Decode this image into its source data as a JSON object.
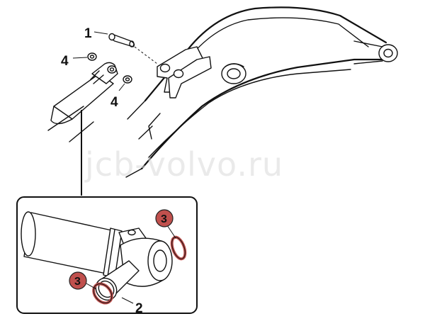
{
  "callouts": {
    "pin": "1",
    "washer_top": "4",
    "washer_bottom": "4",
    "sleeve": "2"
  },
  "badges": {
    "seal_right": "3",
    "seal_left": "3"
  },
  "watermark": "jcb-volvo.ru",
  "colors": {
    "badge_fill": "#c0504d",
    "badge_stroke": "#222222",
    "seal_red": "#c0504d",
    "line": "#111111",
    "watermark": "#d8d8d8"
  }
}
